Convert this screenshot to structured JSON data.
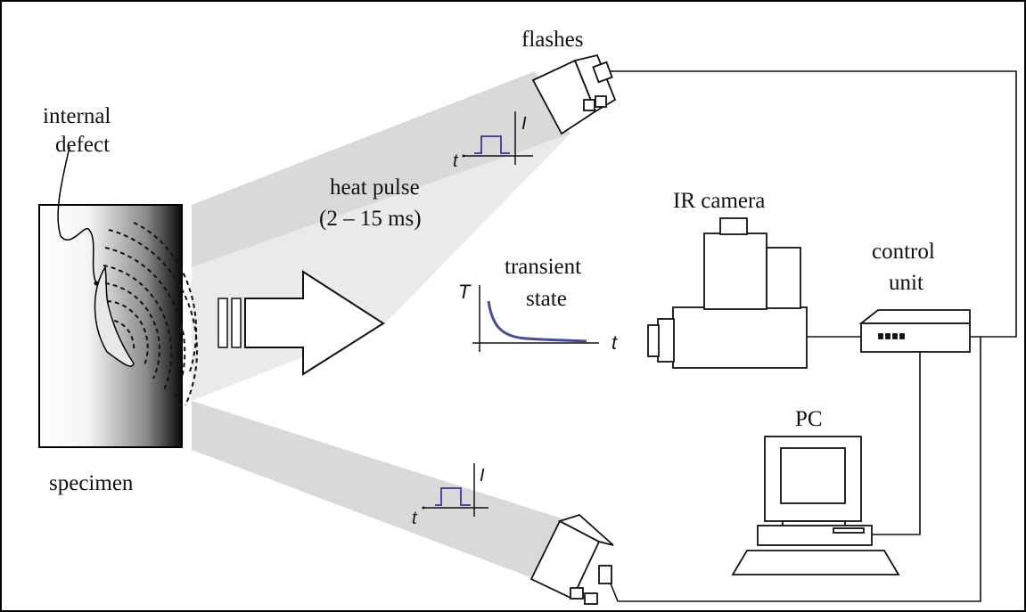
{
  "labels": {
    "flashes": "flashes",
    "internal_defect_line1": "internal",
    "internal_defect_line2": "defect",
    "specimen": "specimen",
    "heat_pulse_line1": "heat pulse",
    "heat_pulse_line2": "(2 – 15 ms)",
    "transient_line1": "transient",
    "transient_line2": "state",
    "ir_camera": "IR camera",
    "control_unit_line1": "control",
    "control_unit_line2": "unit",
    "pc": "PC"
  },
  "pulse_plot_top": {
    "y_axis": "I",
    "x_axis": "t"
  },
  "pulse_plot_bottom": {
    "y_axis": "I",
    "x_axis": "t"
  },
  "decay_plot": {
    "y_axis": "T",
    "x_axis": "t"
  },
  "colors": {
    "line": "#111111",
    "curve": "#4a4a9c",
    "beam": "#d9d9d9",
    "frame": "#000000"
  }
}
